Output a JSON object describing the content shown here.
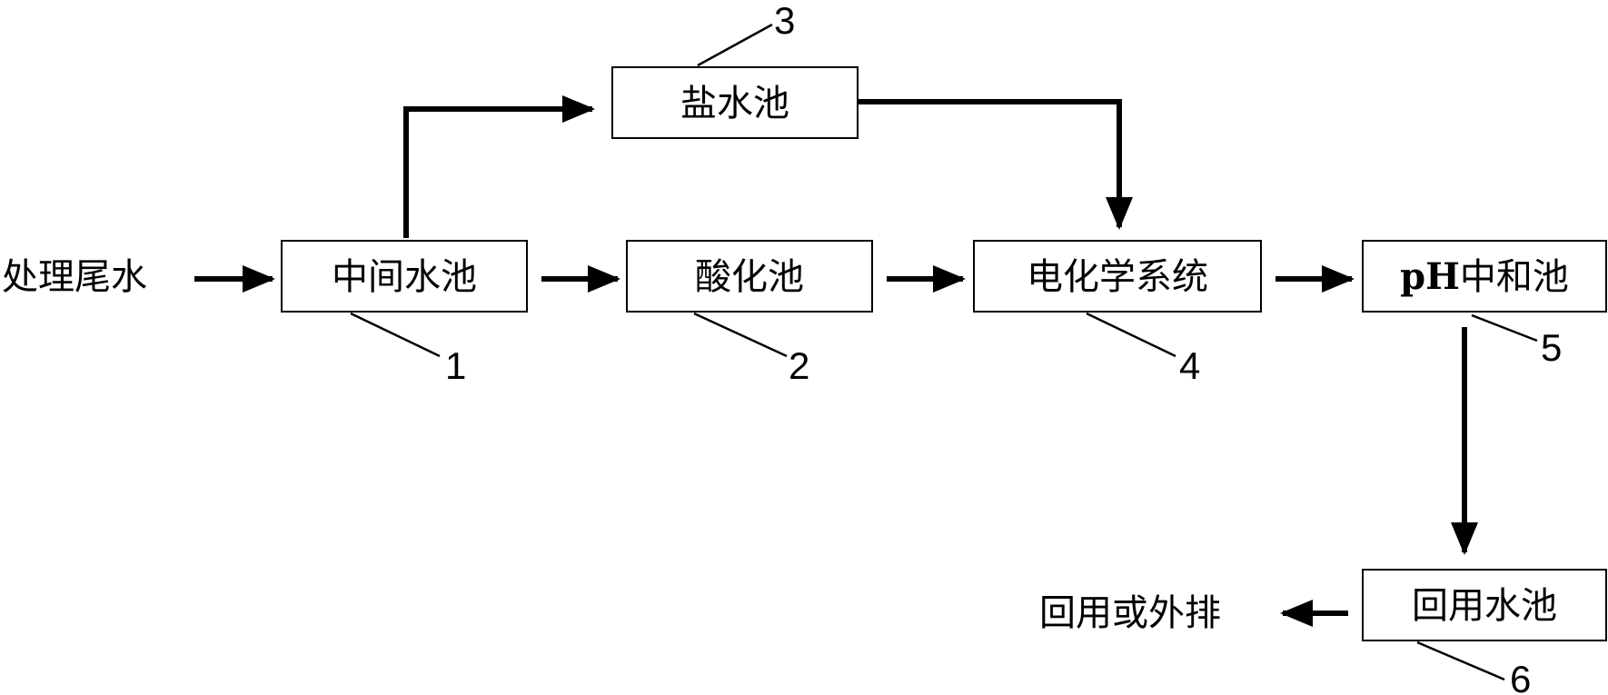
{
  "diagram": {
    "input_label": "处理尾水",
    "output_label": "回用或外排",
    "boxes": [
      {
        "id": "intermediate-pool",
        "label": "中间水池",
        "number": "1"
      },
      {
        "id": "acidification-pool",
        "label": "酸化池",
        "number": "2"
      },
      {
        "id": "brine-pool",
        "label": "盐水池",
        "number": "3"
      },
      {
        "id": "electrochemical-system",
        "label": "电化学系统",
        "number": "4"
      },
      {
        "id": "ph-neutralization-pool",
        "label_prefix": "pH",
        "label": "中和池",
        "number": "5"
      },
      {
        "id": "reuse-pool",
        "label": "回用水池",
        "number": "6"
      }
    ],
    "colors": {
      "stroke": "#000000",
      "fill": "#ffffff",
      "text": "#000000"
    }
  }
}
